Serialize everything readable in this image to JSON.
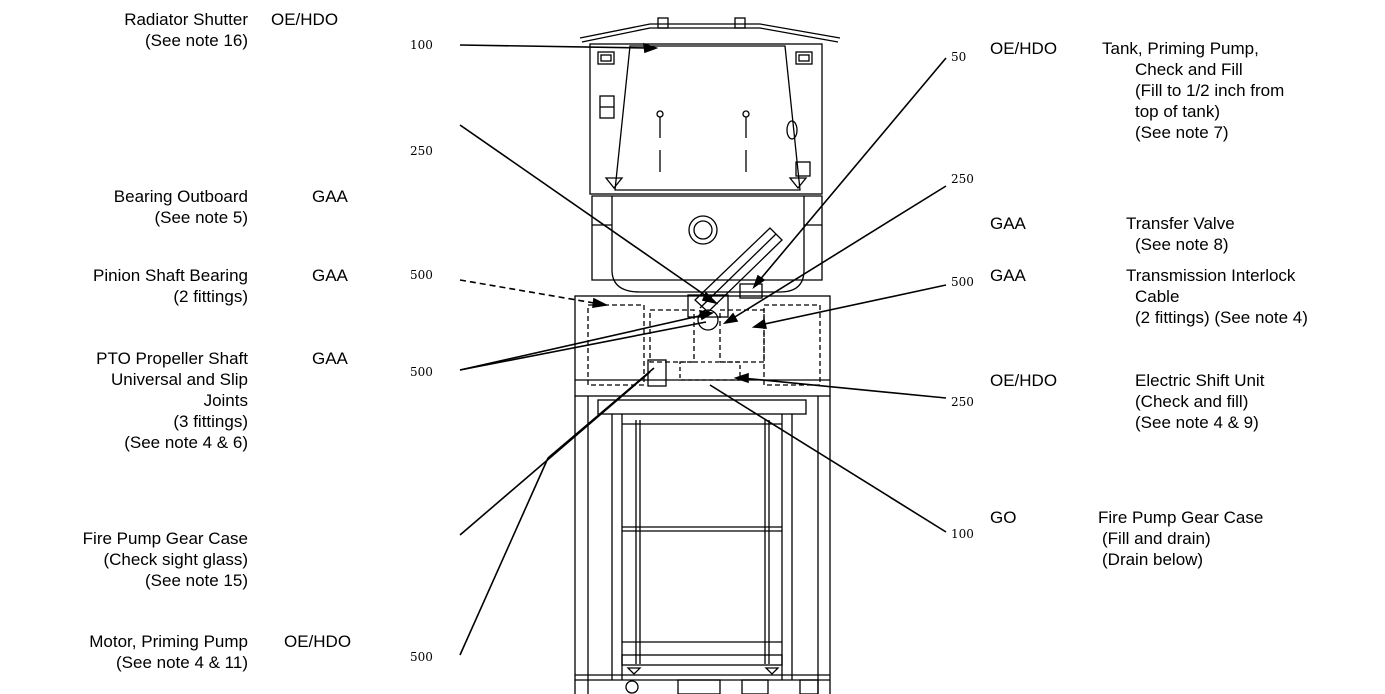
{
  "left_labels": [
    {
      "name": "Radiator Shutter",
      "note": "(See note 16)",
      "lube": "OE/HDO"
    },
    {
      "name": "Bearing Outboard",
      "note": "(See note 5)",
      "lube": "GAA"
    },
    {
      "name": "Pinion Shaft Bearing",
      "note": "(2 fittings)",
      "lube": "GAA"
    },
    {
      "name": "PTO Propeller Shaft",
      "line2": "Universal and Slip",
      "line3": "Joints",
      "line4": "(3 fittings)",
      "note": "(See note 4 & 6)",
      "lube": "GAA"
    },
    {
      "name": "Fire Pump Gear Case",
      "line2": "(Check sight glass)",
      "note": "(See note 15)"
    },
    {
      "name": "Motor, Priming Pump",
      "note": "(See note 4 & 11)",
      "lube": "OE/HDO"
    }
  ],
  "right_labels": [
    {
      "lube": "OE/HDO",
      "name": "Tank, Priming Pump,",
      "line2": "Check and Fill",
      "line3": "(Fill to 1/2 inch from",
      "line4": "top of tank)",
      "note": "(See note 7)"
    },
    {
      "lube": "GAA",
      "name": "Transfer Valve",
      "note": "(See note 8)"
    },
    {
      "lube": "GAA",
      "name": "Transmission Interlock",
      "line2": "Cable",
      "note": "(2 fittings) (See note 4)"
    },
    {
      "lube": "OE/HDO",
      "name": "Electric Shift Unit",
      "line2": "(Check and fill)",
      "note": "(See note 4 & 9)"
    },
    {
      "lube": "GO",
      "name": "Fire Pump Gear Case",
      "line2": "(Fill and drain)",
      "note": "(Drain below)"
    }
  ],
  "left_intervals": [
    "100",
    "250",
    "500",
    "500",
    "500"
  ],
  "right_intervals": [
    "50",
    "250",
    "500",
    "250",
    "100"
  ]
}
